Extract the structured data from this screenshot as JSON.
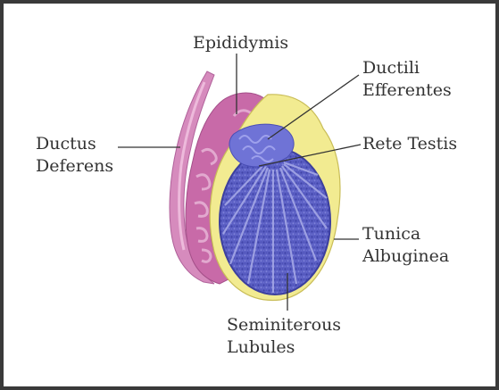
{
  "labels": {
    "epididymis": "Epididymis",
    "ductili_line1": "Ductili",
    "ductili_line2": "Efferentes",
    "ductus_line1": "Ductus",
    "ductus_line2": "Deferens",
    "rete_testis": "Rete Testis",
    "tunica_line1": "Tunica",
    "tunica_line2": "Albuginea",
    "seminiferous_line1": "Seminiterous",
    "seminiferous_line2": "Lubules"
  },
  "colors": {
    "frame": "#3a3a3a",
    "epididymis": "#c86aa8",
    "epididymis_light": "#e2a9cf",
    "ductus": "#d68bbd",
    "tunica": "#f2eb91",
    "testis": "#5b5fc4",
    "testis_dark": "#3c3f9e",
    "lobule_septa": "#9fa2e0",
    "rete": "#8c8fe0",
    "leader": "#333333",
    "text": "#333333"
  }
}
